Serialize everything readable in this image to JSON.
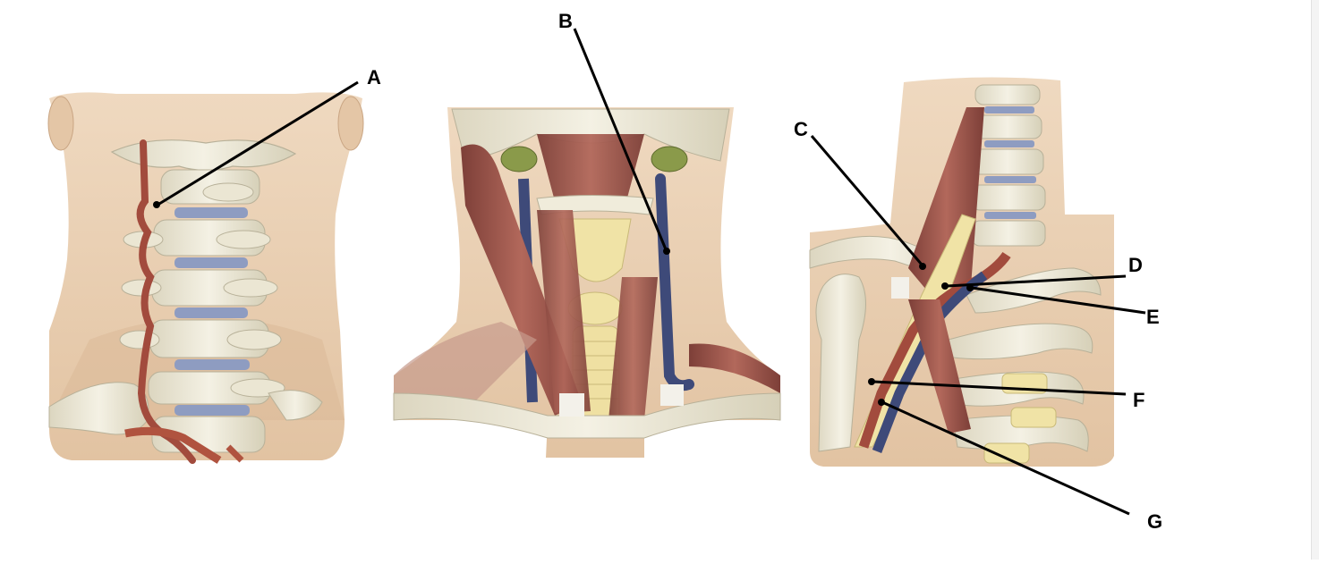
{
  "labels": {
    "a": "A",
    "b": "B",
    "c": "C",
    "d": "D",
    "e": "E",
    "f": "F",
    "g": "G"
  },
  "colors": {
    "skin": "#e9cfb3",
    "skin_shade": "#dcb997",
    "bone": "#eeead9",
    "bone_shade": "#d7d1bb",
    "disc": "#8e9cc1",
    "muscle": "#8f4d44",
    "muscle_light": "#b66b5e",
    "artery": "#a24b3d",
    "vein": "#3e4a79",
    "cartilage": "#f0e3a6",
    "tendon": "#f3f1ea",
    "fat": "#8a9a4a"
  }
}
